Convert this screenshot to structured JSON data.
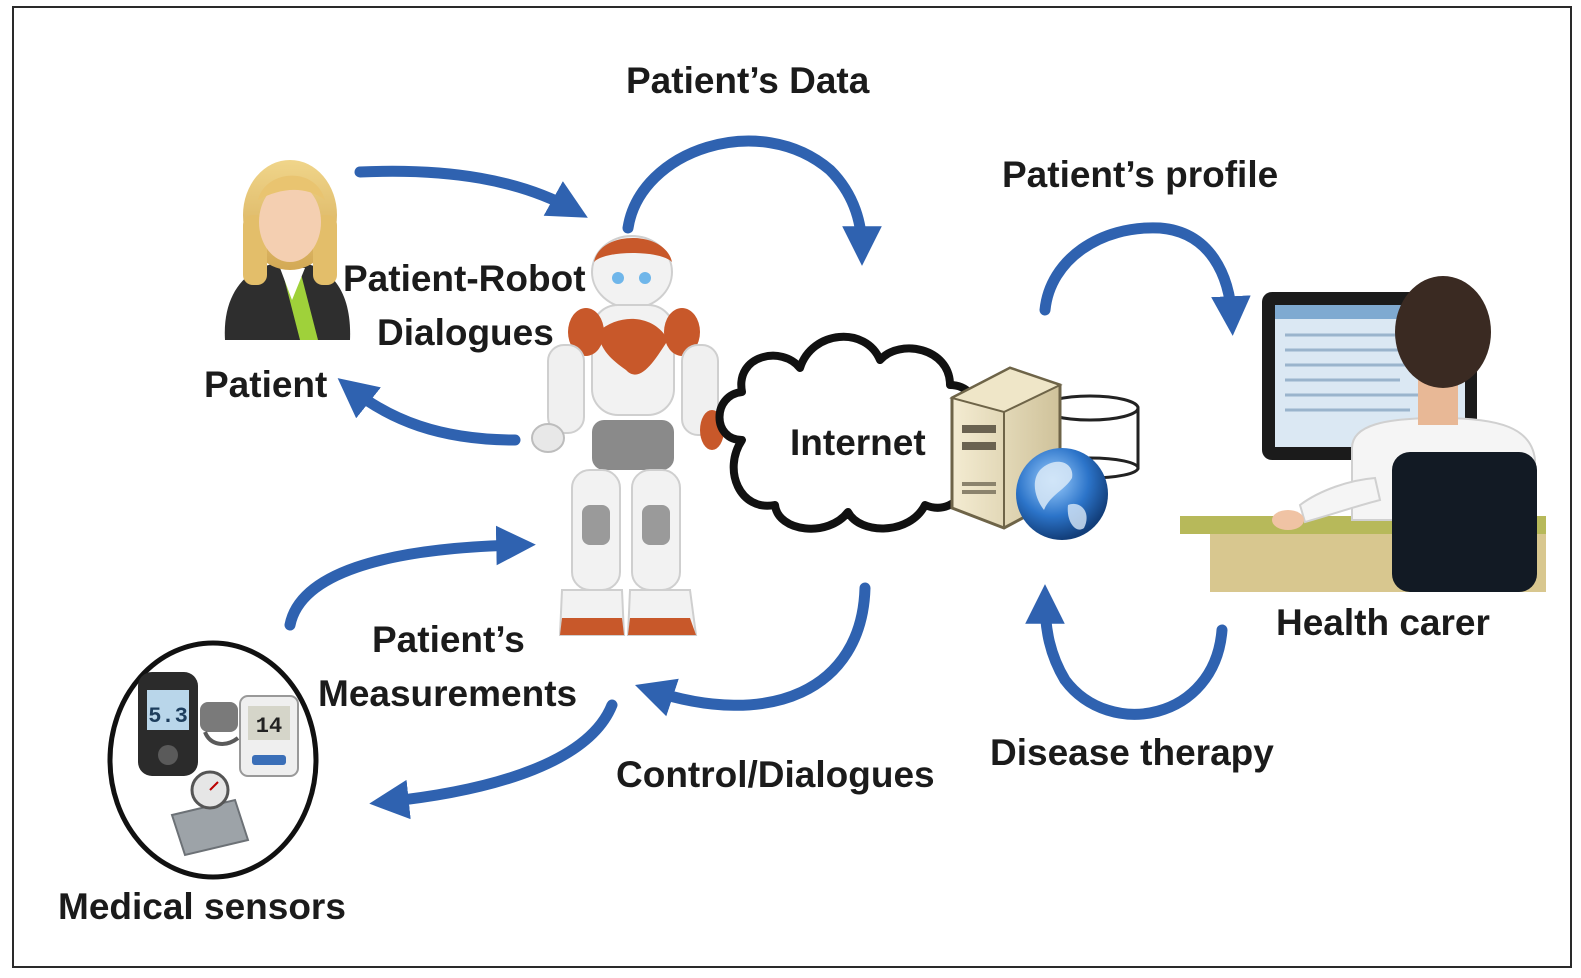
{
  "diagram": {
    "labels": {
      "patients_data": "Patient’s Data",
      "patients_profile": "Patient’s profile",
      "patient_robot_dialogues_line1": "Patient-Robot",
      "patient_robot_dialogues_line2": "Dialogues",
      "patient": "Patient",
      "internet": "Internet",
      "health_carer": "Health carer",
      "patients_measurements_line1": "Patient’s",
      "patients_measurements_line2": "Measurements",
      "control_dialogues": "Control/Dialogues",
      "disease_therapy": "Disease therapy",
      "medical_sensors": "Medical sensors"
    },
    "device_readouts": {
      "glucometer": "5.3",
      "blood_pressure": "14"
    },
    "colors": {
      "arrow": "#2f62b0",
      "robot_accent": "#c8582a",
      "robot_body": "#f2f2f2",
      "text": "#1b1b1b"
    },
    "icons": [
      "patient-icon",
      "robot-icon",
      "cloud-icon",
      "server-icon",
      "database-icon",
      "globe-icon",
      "health-carer-icon",
      "medical-sensors-icon"
    ]
  }
}
